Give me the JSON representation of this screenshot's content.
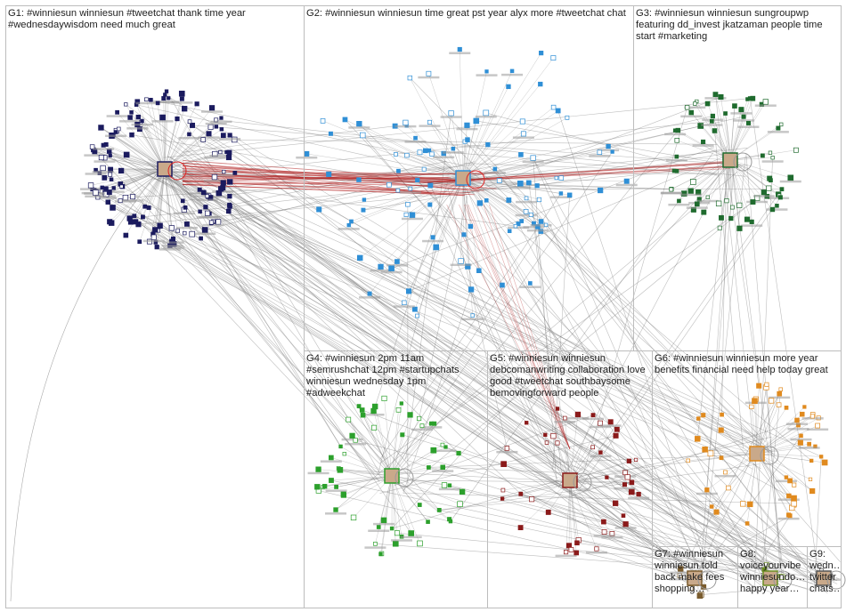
{
  "graph": {
    "groups": [
      {
        "id": "G1",
        "label": "G1: #winniesun winniesun #tweetchat thank time year #wednesdaywisdom need much great",
        "color": "#1b1b5e"
      },
      {
        "id": "G2",
        "label": "G2: #winniesun winniesun time great pst year alyx more #tweetchat chat",
        "color": "#2f8fd6"
      },
      {
        "id": "G3",
        "label": "G3: #winniesun winniesun sungroupwp featuring dd_invest jkatzaman people time start #marketing",
        "color": "#1f6b2e"
      },
      {
        "id": "G4",
        "label": "G4: #winniesun 2pm 11am #semrushchat 12pm #startupchats winniesun wednesday 1pm #adweekchat",
        "color": "#2ca02c"
      },
      {
        "id": "G5",
        "label": "G5: #winniesun winniesun debcomanwriting collaboration love good #tweetchat southbaysome bemovingforward people",
        "color": "#8b1a1a"
      },
      {
        "id": "G6",
        "label": "G6: #winniesun winniesun more year benefits financial need help today great",
        "color": "#e08a1e"
      },
      {
        "id": "G7",
        "label": "G7: #winniesun winniesun told back make fees shopping…",
        "color": "#7a5c2e"
      },
      {
        "id": "G8",
        "label": "G8: voiceyourvibe winniesundo… happy year…",
        "color": "#6b8e23"
      },
      {
        "id": "G9",
        "label": "G9: wedn… twitter chats…",
        "color": "#555555"
      }
    ]
  }
}
